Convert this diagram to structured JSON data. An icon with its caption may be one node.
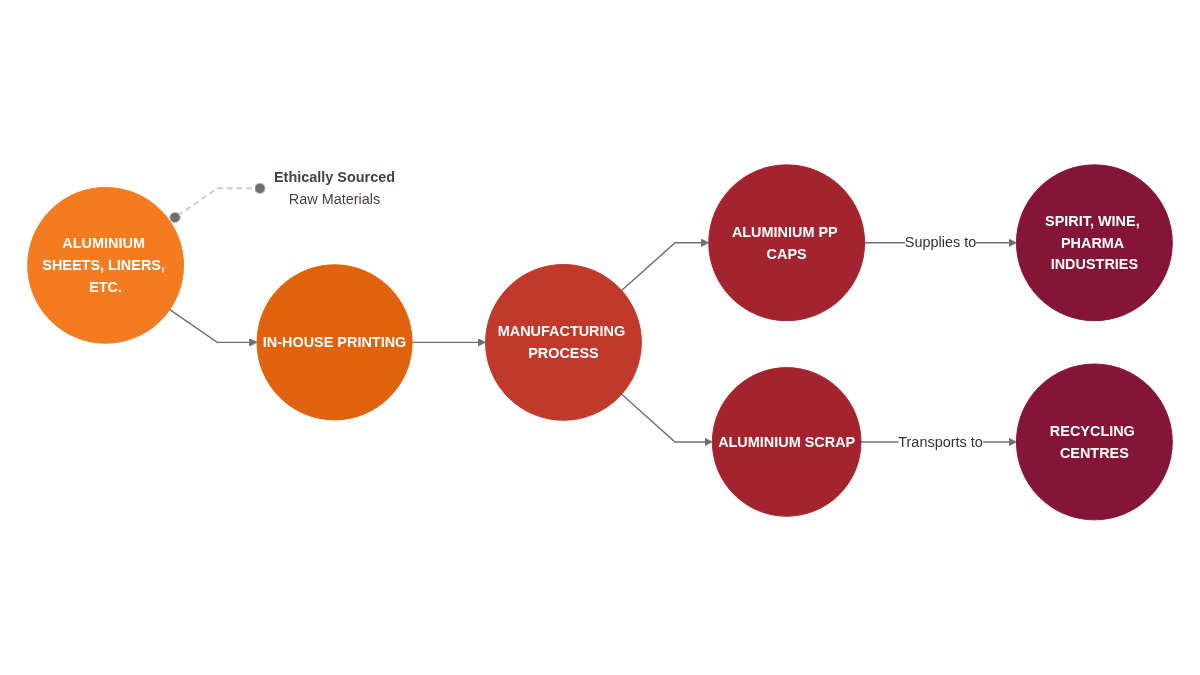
{
  "diagram": {
    "nodes": [
      {
        "text": [
          "ALUMINIUM SHEETS, LINERS, ETC."
        ]
      },
      {
        "text": [
          "Ethically Sourced",
          "Raw Materials"
        ]
      },
      {
        "text": [
          "IN-HOUSE PRINTING"
        ]
      },
      {
        "text": [
          "MANUFACTURING PROCESS"
        ]
      },
      {
        "text": [
          "ALUMINIUM PP CAPS"
        ]
      },
      {
        "text": [
          "SPIRIT, WINE, PHARMA INDUSTRIES"
        ]
      },
      {
        "text": [
          "ALUMINIUM SCRAP"
        ]
      },
      {
        "text": [
          "RECYCLING CENTRES"
        ]
      }
    ],
    "edges": [
      {
        "from": 0,
        "to": 2,
        "arrow": "to"
      },
      {
        "from": 0,
        "to": 1,
        "arrow": "other",
        "style": "dashed",
        "color": "#cccccc"
      },
      {
        "from": 2,
        "to": 3,
        "arrow": "to"
      },
      {
        "from": 3,
        "to": 4,
        "arrow": "to"
      },
      {
        "from": 3,
        "to": 6,
        "arrow": "to"
      },
      {
        "from": 4,
        "to": 5,
        "arrow": "to",
        "label": "Supplies to"
      },
      {
        "from": 6,
        "to": 7,
        "arrow": "to",
        "label": "Transports to"
      }
    ]
  }
}
